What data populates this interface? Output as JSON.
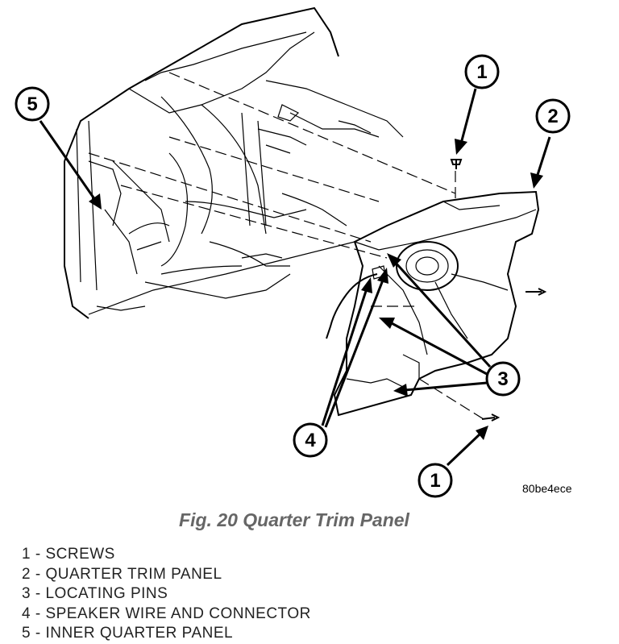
{
  "figure_code": "80be4ece",
  "caption": "Fig. 20 Quarter Trim Panel",
  "legend": [
    "1 - SCREWS",
    "2 - QUARTER TRIM PANEL",
    "3 - LOCATING PINS",
    "4 - SPEAKER WIRE AND CONNECTOR",
    "5 - INNER QUARTER PANEL"
  ],
  "callouts": {
    "screws_top": "1",
    "trim_panel": "2",
    "locating_pins": "3",
    "speaker_wire": "4",
    "screws_bottom": "1",
    "inner_panel": "5"
  }
}
